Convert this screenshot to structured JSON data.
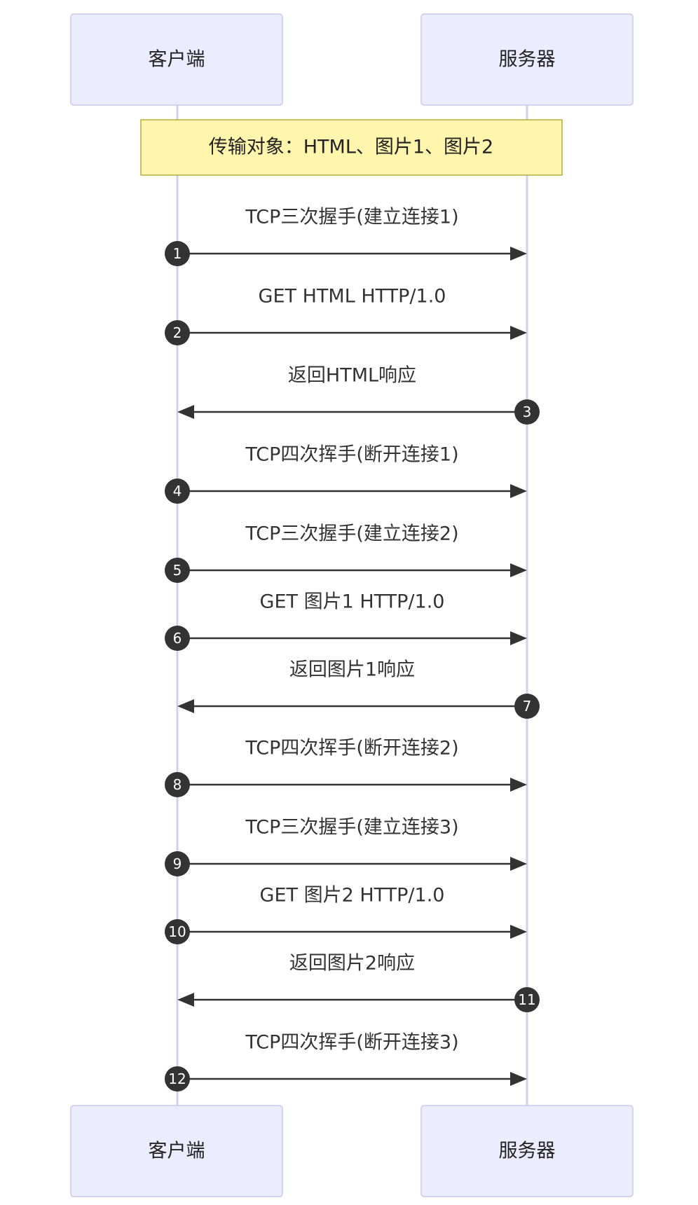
{
  "actors": [
    {
      "id": "client",
      "label": "客户端"
    },
    {
      "id": "server",
      "label": "服务器"
    }
  ],
  "note": {
    "text": "传输对象：HTML、图片1、图片2"
  },
  "messages": [
    {
      "seq": "1",
      "from": "client",
      "to": "server",
      "label": "TCP三次握手(建立连接1)"
    },
    {
      "seq": "2",
      "from": "client",
      "to": "server",
      "label": "GET HTML HTTP/1.0"
    },
    {
      "seq": "3",
      "from": "server",
      "to": "client",
      "label": "返回HTML响应"
    },
    {
      "seq": "4",
      "from": "client",
      "to": "server",
      "label": "TCP四次挥手(断开连接1)"
    },
    {
      "seq": "5",
      "from": "client",
      "to": "server",
      "label": "TCP三次握手(建立连接2)"
    },
    {
      "seq": "6",
      "from": "client",
      "to": "server",
      "label": "GET 图片1 HTTP/1.0"
    },
    {
      "seq": "7",
      "from": "server",
      "to": "client",
      "label": "返回图片1响应"
    },
    {
      "seq": "8",
      "from": "client",
      "to": "server",
      "label": "TCP四次挥手(断开连接2)"
    },
    {
      "seq": "9",
      "from": "client",
      "to": "server",
      "label": "TCP三次握手(建立连接3)"
    },
    {
      "seq": "10",
      "from": "client",
      "to": "server",
      "label": "GET 图片2 HTTP/1.0"
    },
    {
      "seq": "11",
      "from": "server",
      "to": "client",
      "label": "返回图片2响应"
    },
    {
      "seq": "12",
      "from": "client",
      "to": "server",
      "label": "TCP四次挥手(断开连接3)"
    }
  ]
}
